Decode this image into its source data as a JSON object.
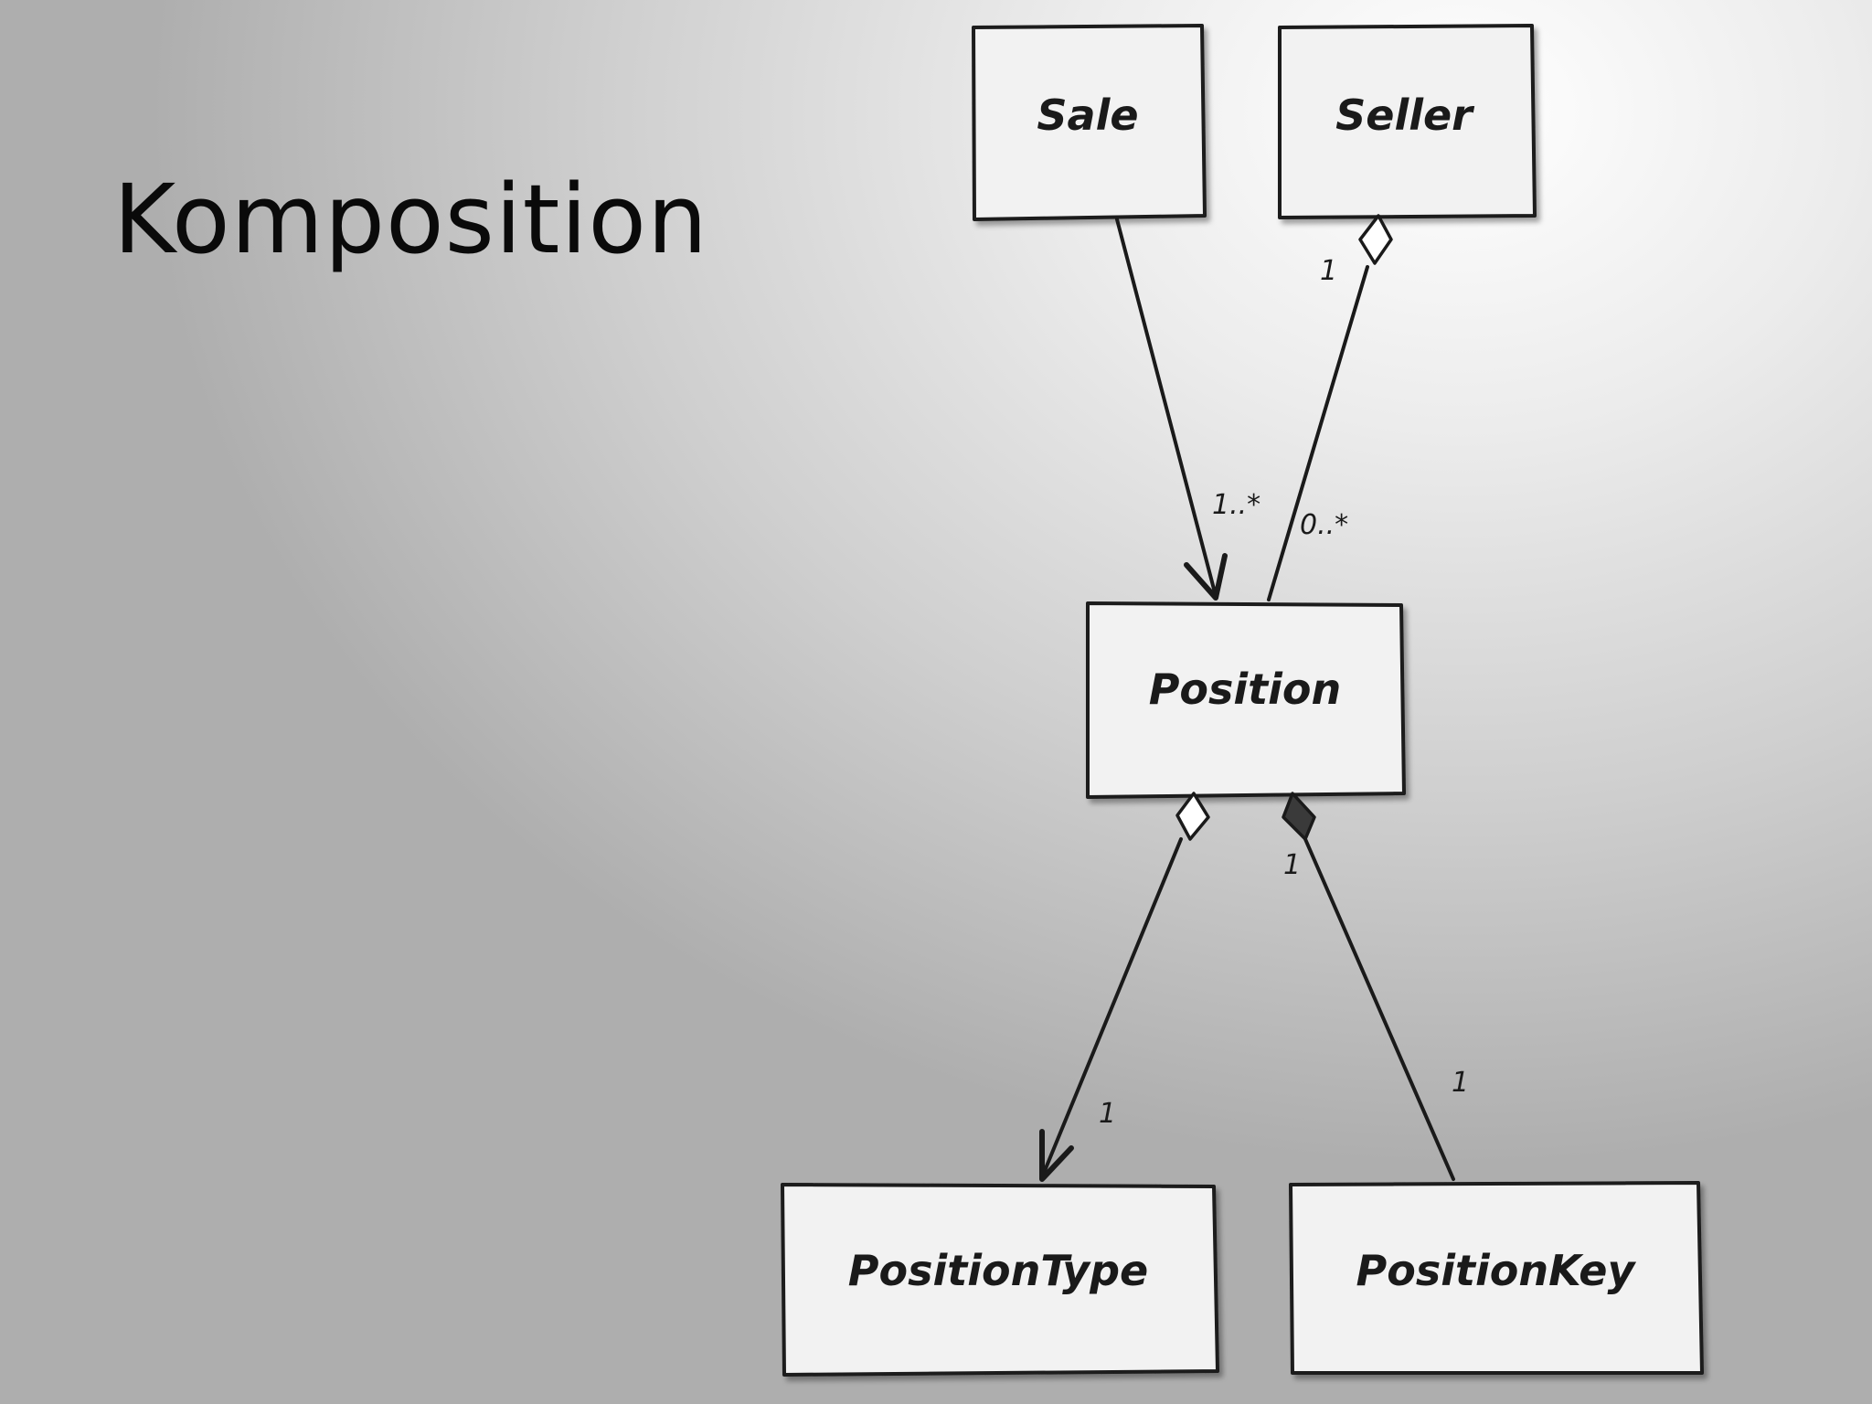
{
  "slide": {
    "title": "Komposition"
  },
  "diagram": {
    "classes": {
      "sale": "Sale",
      "seller": "Seller",
      "position": "Position",
      "position_type": "PositionType",
      "position_key": "PositionKey"
    },
    "relations": {
      "sale_position": {
        "kind": "directed association",
        "target_multiplicity": "1..*"
      },
      "seller_position": {
        "kind": "aggregation",
        "source_multiplicity": "1",
        "target_multiplicity": "0..*"
      },
      "position_positiontype": {
        "kind": "aggregation",
        "target_multiplicity": "1"
      },
      "position_positionkey": {
        "kind": "composition",
        "source_multiplicity": "1",
        "target_multiplicity": "1"
      }
    },
    "colors": {
      "box_fill": "#f2f2f2",
      "line": "#1a1a1a",
      "composition_diamond": "#3a3a3a"
    }
  }
}
